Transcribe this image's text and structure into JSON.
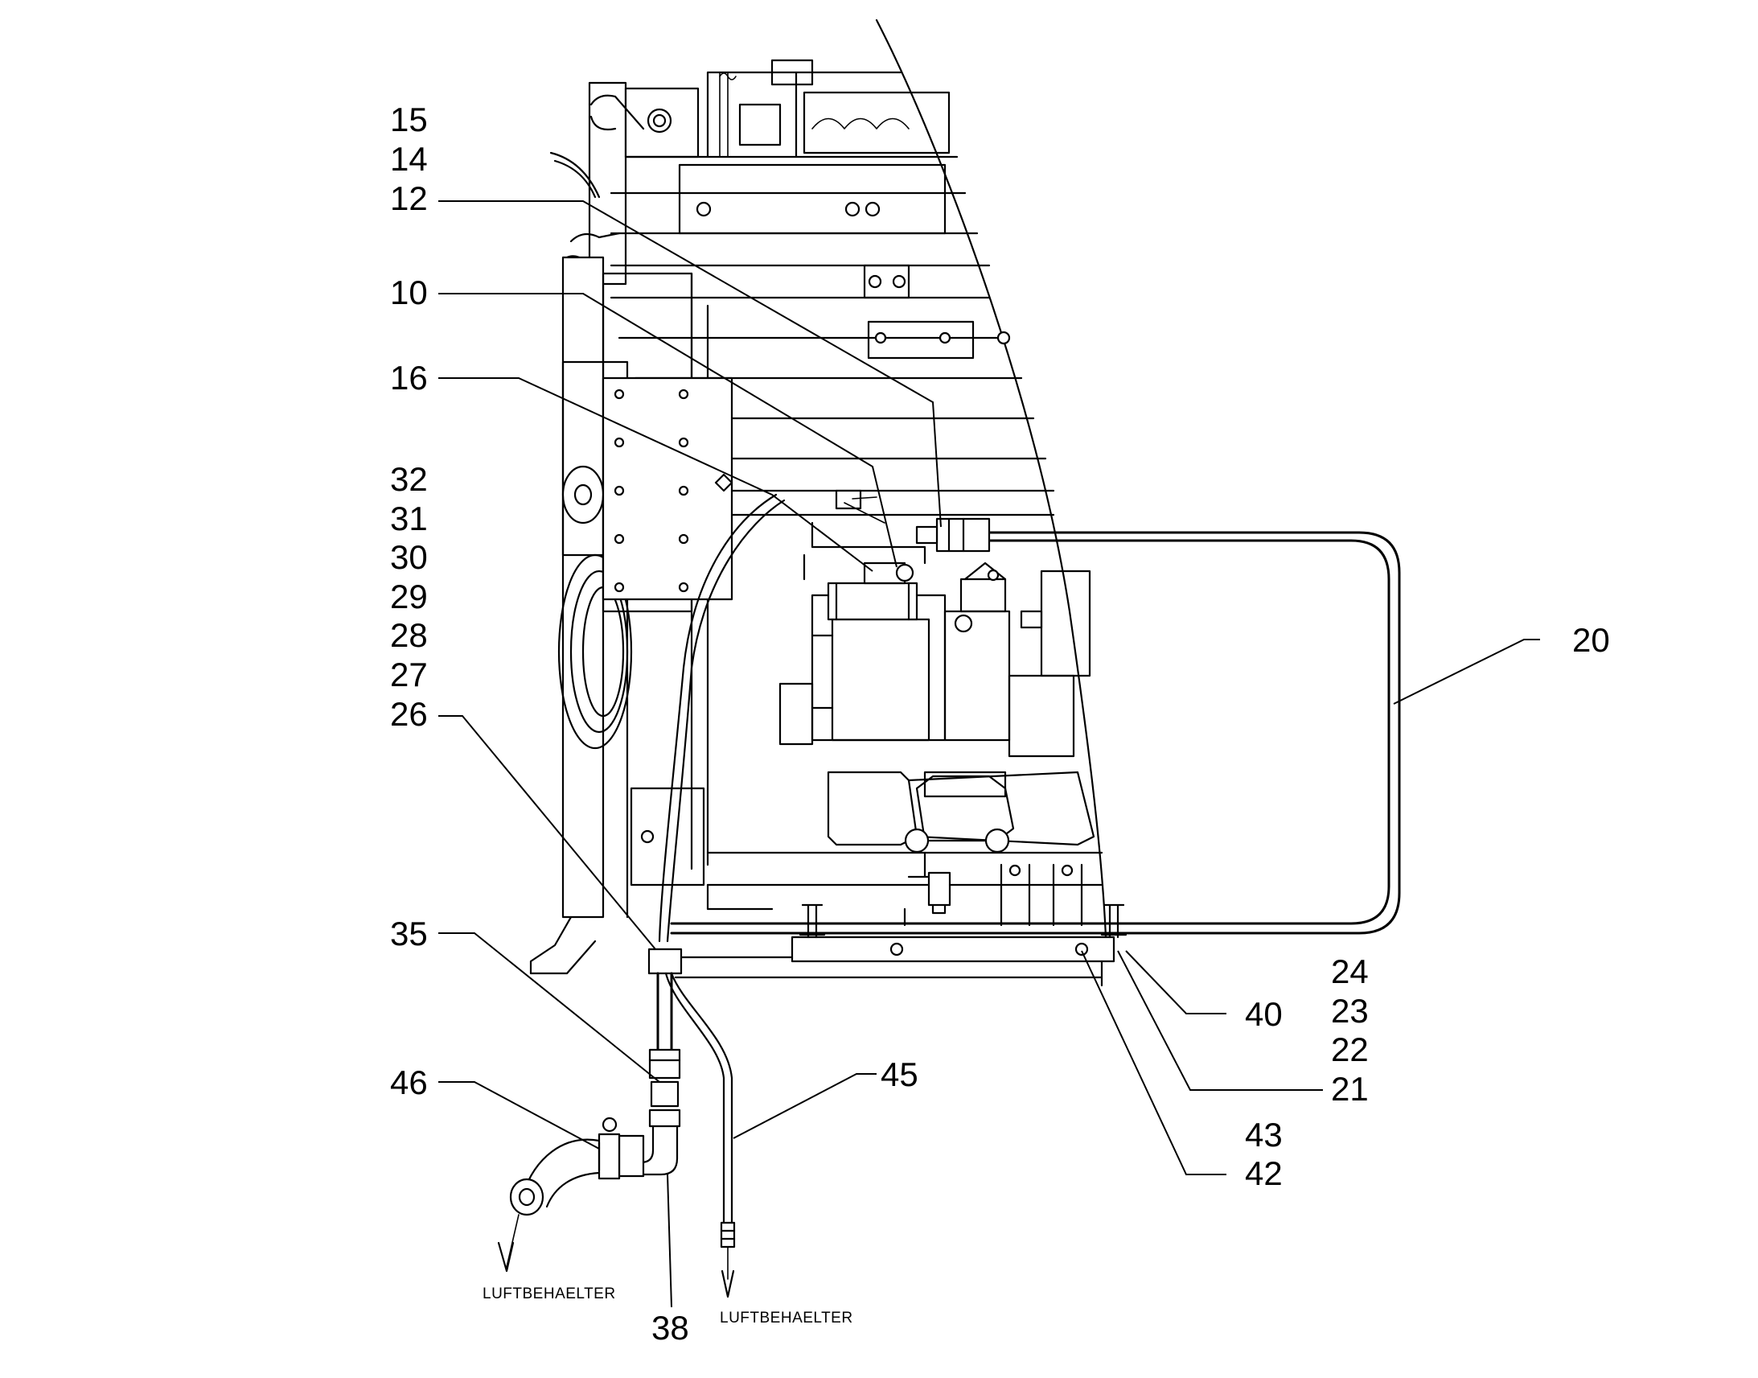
{
  "callouts": [
    {
      "id": "c15",
      "text": "15"
    },
    {
      "id": "c14",
      "text": "14"
    },
    {
      "id": "c12",
      "text": "12"
    },
    {
      "id": "c10",
      "text": "10"
    },
    {
      "id": "c16",
      "text": "16"
    },
    {
      "id": "c32",
      "text": "32"
    },
    {
      "id": "c31",
      "text": "31"
    },
    {
      "id": "c30",
      "text": "30"
    },
    {
      "id": "c29",
      "text": "29"
    },
    {
      "id": "c28",
      "text": "28"
    },
    {
      "id": "c27",
      "text": "27"
    },
    {
      "id": "c26",
      "text": "26"
    },
    {
      "id": "c35",
      "text": "35"
    },
    {
      "id": "c46",
      "text": "46"
    },
    {
      "id": "c38",
      "text": "38"
    },
    {
      "id": "c45",
      "text": "45"
    },
    {
      "id": "c20",
      "text": "20"
    },
    {
      "id": "c40",
      "text": "40"
    },
    {
      "id": "c24",
      "text": "24"
    },
    {
      "id": "c23",
      "text": "23"
    },
    {
      "id": "c22",
      "text": "22"
    },
    {
      "id": "c21",
      "text": "21"
    },
    {
      "id": "c43",
      "text": "43"
    },
    {
      "id": "c42",
      "text": "42"
    }
  ],
  "captions": {
    "left_outlet": "LUFTBEHAELTER",
    "right_outlet": "LUFTBEHAELTER"
  },
  "colors": {
    "line": "#000000",
    "background": "#ffffff"
  }
}
